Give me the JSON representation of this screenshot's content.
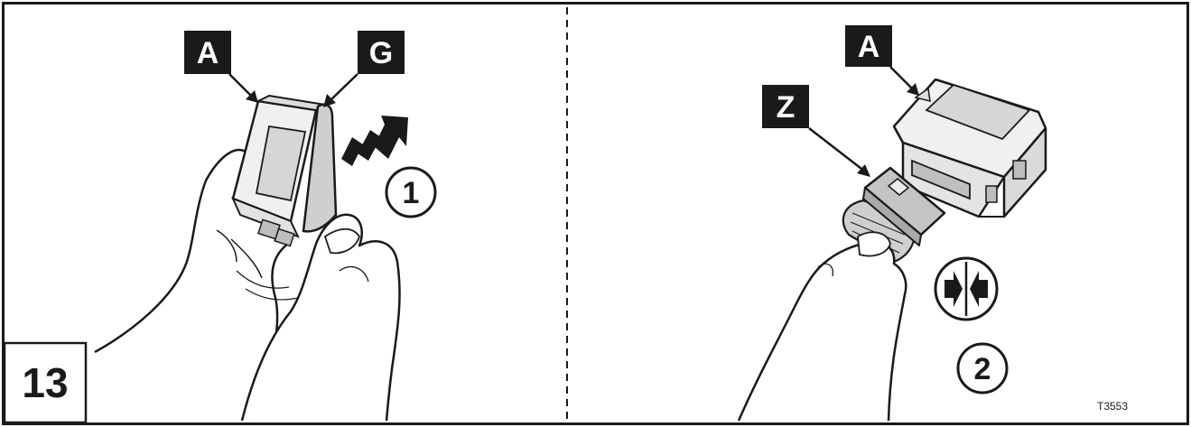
{
  "step_number": "13",
  "left_panel": {
    "callouts": [
      "A",
      "G"
    ],
    "step_badge": "1"
  },
  "right_panel": {
    "callouts": [
      "A",
      "Z"
    ],
    "step_badge": "2",
    "reference_code": "T3553"
  },
  "colors": {
    "line": "#1a1a1a",
    "callout_bg": "#1a1a1a",
    "callout_text": "#ffffff",
    "module_body": "#e9e9e9",
    "module_panel": "#d6d6d6",
    "adhesive_pad": "#cfcfcf",
    "connector": "#c4c4c4"
  },
  "icons": [
    "peel-arrow-icon",
    "connect-arrows-icon"
  ]
}
